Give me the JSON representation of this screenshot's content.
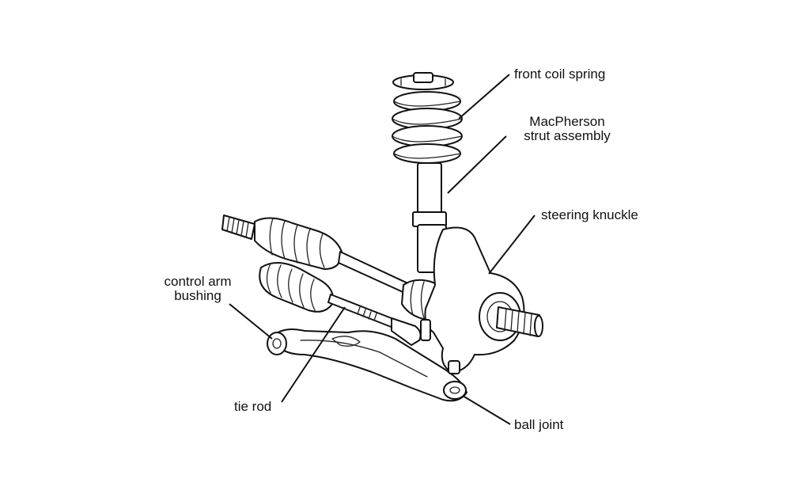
{
  "labels": {
    "front_coil_spring": "front coil spring",
    "macpherson_line1": "MacPherson",
    "macpherson_line2": "strut assembly",
    "steering_knuckle": "steering knuckle",
    "control_arm_line1": "control arm",
    "control_arm_line2": "bushing",
    "tie_rod": "tie rod",
    "ball_joint": "ball joint"
  }
}
